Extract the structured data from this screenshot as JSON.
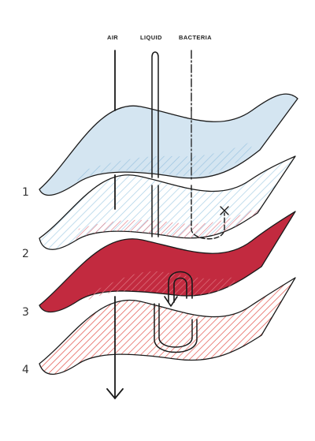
{
  "headers": {
    "air": "AIR",
    "liquid": "LIQUID",
    "bacteria": "BACTERIA"
  },
  "layer_numbers": [
    "1",
    "2",
    "3",
    "4"
  ],
  "colors": {
    "ink": "#1a1a1a",
    "layer1_fill": "#d4e5f1",
    "layer1_hatch": "#9cc4e0",
    "layer2_hatch": "#a8cfe6",
    "layer3_fill": "#c22a3f",
    "layer3_hatch": "#e07a86",
    "layer4_hatch": "#e0443c"
  },
  "icons": {
    "flow_end": "x-mark-icon",
    "air_arrow": "arrow-down-icon"
  }
}
